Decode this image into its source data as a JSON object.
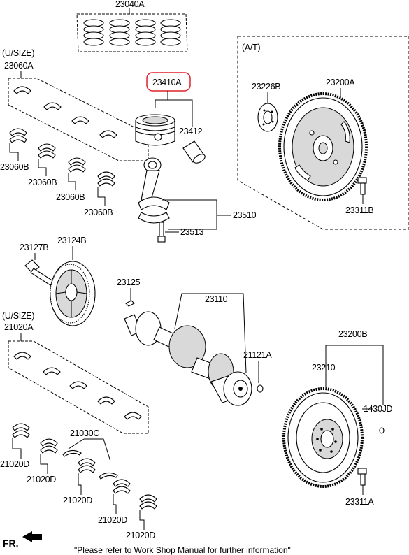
{
  "parts": {
    "piston_rings": "23040A",
    "upper_bearing_set_usize": "(U/SIZE)",
    "upper_bearing_set": "23060A",
    "bearing_23060b_1": "23060B",
    "bearing_23060b_2": "23060B",
    "bearing_23060b_3": "23060B",
    "bearing_23060b_4": "23060B",
    "piston": "23410A",
    "piston_pin": "23412",
    "connecting_rod": "23510",
    "conrod_bolt": "23513",
    "at_group": "(A/T)",
    "drive_plate_adapter": "23226B",
    "drive_plate": "23200A",
    "drive_plate_bolt": "23311B",
    "pulley_bolt": "23127B",
    "damper_pulley": "23124B",
    "key": "23125",
    "crankshaft": "23110",
    "crank_plug": "21121A",
    "main_bearing_usize": "(U/SIZE)",
    "main_bearing_set": "21020A",
    "thrust_washer": "21030C",
    "main_bearing_1": "21020D",
    "main_bearing_2": "21020D",
    "main_bearing_3": "21020D",
    "main_bearing_4": "21020D",
    "main_bearing_5": "21020D",
    "flywheel_assy": "23200B",
    "flywheel": "23210",
    "flywheel_dowel": "1430JD",
    "flywheel_bolt": "23311A"
  },
  "front_indicator": "FR.",
  "footer_note": "\"Please refer to Work Shop Manual for further information\"",
  "highlight_color": "#e0202a"
}
